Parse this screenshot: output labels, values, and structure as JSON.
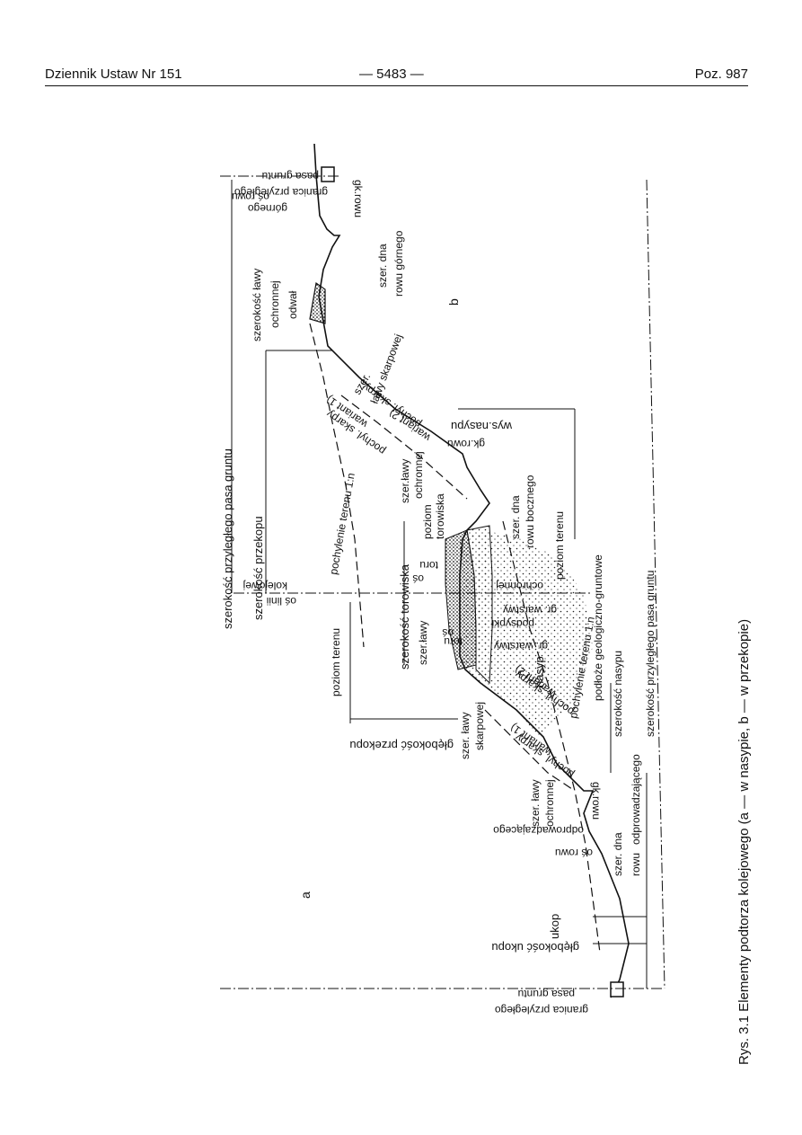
{
  "header": {
    "left": "Dziennik Ustaw Nr 151",
    "center": "— 5483 —",
    "right": "Poz. 987"
  },
  "figure": {
    "caption": "Rys. 3.1 Elementy podtorza kolejowego (a — w nasypie, b — w przekopie)",
    "panel_a": "a",
    "panel_b": "b",
    "labels": {
      "szer_przyl_pasa_top": "szerokość przyległego pasa gruntu",
      "szer_przekopu": "szerokość przekopu",
      "szer_lawy_ochronnej_b": "szerokość ławy",
      "ochronnej_b": "ochronnej",
      "odwal": "odwał",
      "os_rowu_gornego_1": "oś rowu",
      "os_rowu_gornego_2": "górnego",
      "gk_rowu_b": "gk.rowu",
      "szer_dna_rowu_gornego_1": "szer. dna",
      "szer_dna_rowu_gornego_2": "rowu górnego",
      "granica_b_1": "granica przyległego",
      "granica_b_2": "pasa gruntu",
      "szer_lawy_skarpowej_b_1": "szer.",
      "szer_lawy_skarpowej_b_2": "ławy skarpowej",
      "pochyl_skarpy_w2": "pochyl. skarpy",
      "wariant2": "wariant 2)",
      "pochyl_skarpy_w1": "pochyl. skarpy",
      "wariant1": "wariant 1)",
      "wys_nasypu": "wys.nasypu",
      "gk_rowu_a_top": "gk.rowu",
      "pochylenie_terenu_b": "pochylenie terenu 1:n",
      "szer_lawy_ochronnej_a_1": "szer.ławy",
      "szer_lawy_ochronnej_a_2": "ochronnej",
      "szer_dna_rowu_bocznego_1": "szer. dna",
      "szer_dna_rowu_bocznego_2": "rowu bocznego",
      "poziom_torowiska_1": "poziom",
      "poziom_torowiska_2": "torowiska",
      "os_toru_top_1": "oś",
      "os_toru_top_2": "toru",
      "szer_torowiska": "szerokość torowiska",
      "os_linii_1": "oś linii",
      "os_linii_2": "kolejowej",
      "poziom_terenu_b": "poziom terenu",
      "poziom_terenu_a": "poziom terenu",
      "gr_warstwy_ochronnej_1": "gr. warstwy",
      "gr_warstwy_ochronnej_2": "ochronnej",
      "gr_warstwy_podsypki_1": "gr. warstwy",
      "gr_warstwy_podsypki_2": "podsypki",
      "podloze": "podłoże geologiczno-gruntowe",
      "szer_przyl_pasa_a": "szerokość przyległego pasa gruntu",
      "szer_lawy_a": "szer.ławy",
      "os_toru_bottom_1": "oś",
      "os_toru_bottom_2": "toru",
      "nasyp": "nasyp",
      "pochylenie_terenu_a": "pochylenie terenu 1:n",
      "szer_nasypu": "szerokość nasypu",
      "glebokosc_przekopu": "głębokość przekopu",
      "szer_lawy_skarpowej_a_1": "szer. ławy",
      "szer_lawy_skarpowej_a_2": "skarpowej",
      "pochyl_skarpy_a_w2": "pochyl. skarpy",
      "wariant2_a": "wariant 2)",
      "pochyl_skarpy_a_w1": "pochyl. skarpy",
      "wariant1_a": "wariant 1)",
      "szer_lawy_ochronnej_low_1": "szer. ławy",
      "szer_lawy_ochronnej_low_2": "ochronnej",
      "gk_rowu_a": "gk.rowu",
      "os_rowu_odpr_1": "oś rowu",
      "os_rowu_odpr_2": "odprowadzającego",
      "szer_dna_a": "szer. dna",
      "rowu_odprowadzajacego_1": "rowu",
      "rowu_odprowadzajacego_2": "odprowadzającego",
      "ukop": "ukop",
      "glebokosc_ukopu": "głębokość ukopu",
      "granica_a_1": "granica przyległego",
      "granica_a_2": "pasa gruntu"
    }
  }
}
